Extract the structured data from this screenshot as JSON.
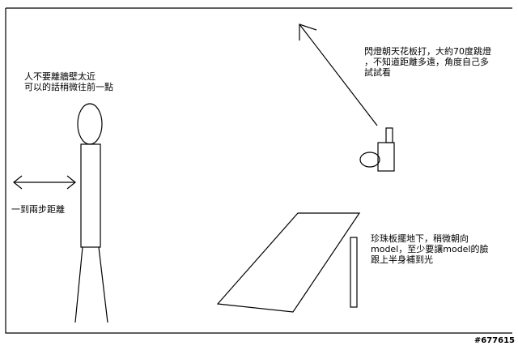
{
  "diagram": {
    "colors": {
      "stroke": "#000000",
      "background": "#ffffff"
    },
    "icons": {
      "person": "stick-figure-icon",
      "flash": "camera-flash-icon",
      "reflector": "reflector-panel-icon"
    },
    "person_note": {
      "line1": "人不要離牆壁太近",
      "line2": "可以的話稍微往前一點"
    },
    "distance_note": {
      "text": "一到兩步距離"
    },
    "flash_note": {
      "line1": "閃燈朝天花板打，大約70度跳燈",
      "line2": "，不知道距離多遠，角度自己多",
      "line3": "試試看"
    },
    "reflector_note": {
      "line1": "珍珠板擺地下，稍微朝向",
      "line2": "model，至少要讓model的臉",
      "line3": "跟上半身補到光"
    },
    "watermark": "#677615"
  }
}
